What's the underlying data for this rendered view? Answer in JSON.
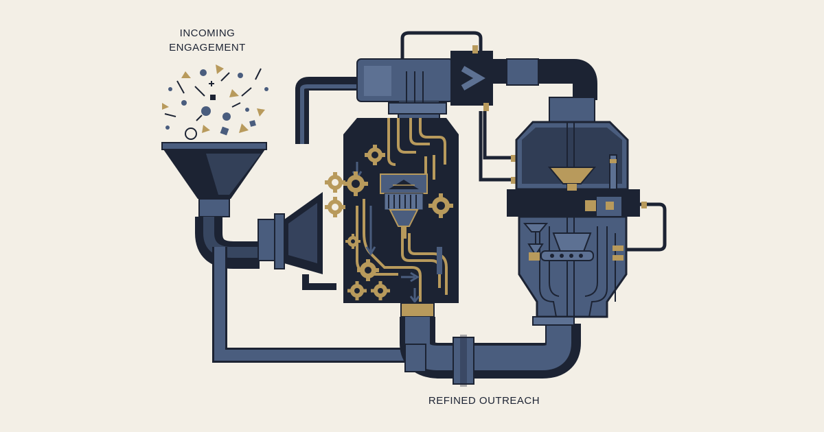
{
  "labels": {
    "input_line1": "INCOMING",
    "input_line2": "ENGAGEMENT",
    "output": "REFINED OUTREACH"
  },
  "colors": {
    "background": "#f3efe6",
    "navy": "#1c2333",
    "steel": "#4a5d7e",
    "steel_light": "#5d7193",
    "gold": "#b89a5c"
  },
  "icons": [
    "funnel-icon",
    "gear-icon",
    "arrow-icon",
    "valve-icon",
    "chevron-icon"
  ]
}
